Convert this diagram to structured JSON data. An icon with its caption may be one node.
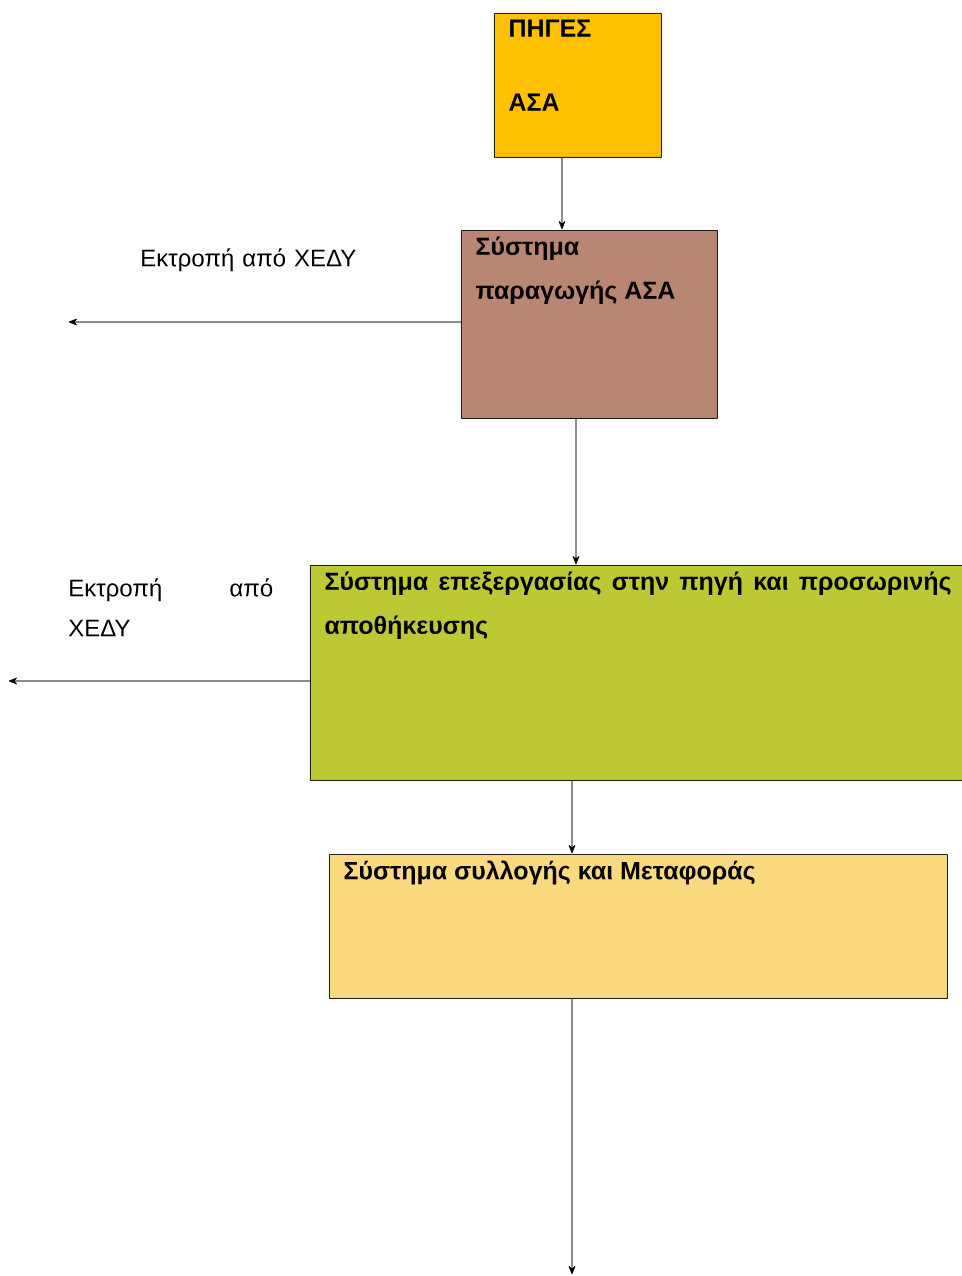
{
  "diagram": {
    "nodes": [
      {
        "text": [
          "ΠΗΓΕΣ",
          "ΑΣΑ"
        ]
      },
      {
        "text": [
          "Σύστημα παραγωγής ΑΣΑ"
        ]
      },
      {
        "text": [
          "Σύστημα επεξεργασίας στην πηγή και προσωρινής αποθήκευσης"
        ]
      },
      {
        "text": [
          "Σύστημα συλλογής και Μεταφοράς"
        ]
      }
    ],
    "edges": [
      {
        "from": 0,
        "to": 1,
        "arrow": "to"
      },
      {
        "from": 1,
        "to": null,
        "arrow": "to",
        "label": "Εκτροπή από ΧΕΔΥ"
      },
      {
        "from": 1,
        "to": 2,
        "arrow": "to"
      },
      {
        "from": 2,
        "to": null,
        "arrow": "to",
        "label": "Εκτροπή από ΧΕΔΥ"
      },
      {
        "from": 2,
        "to": 3,
        "arrow": "to"
      },
      {
        "from": 3,
        "to": null,
        "arrow": "to"
      }
    ]
  }
}
